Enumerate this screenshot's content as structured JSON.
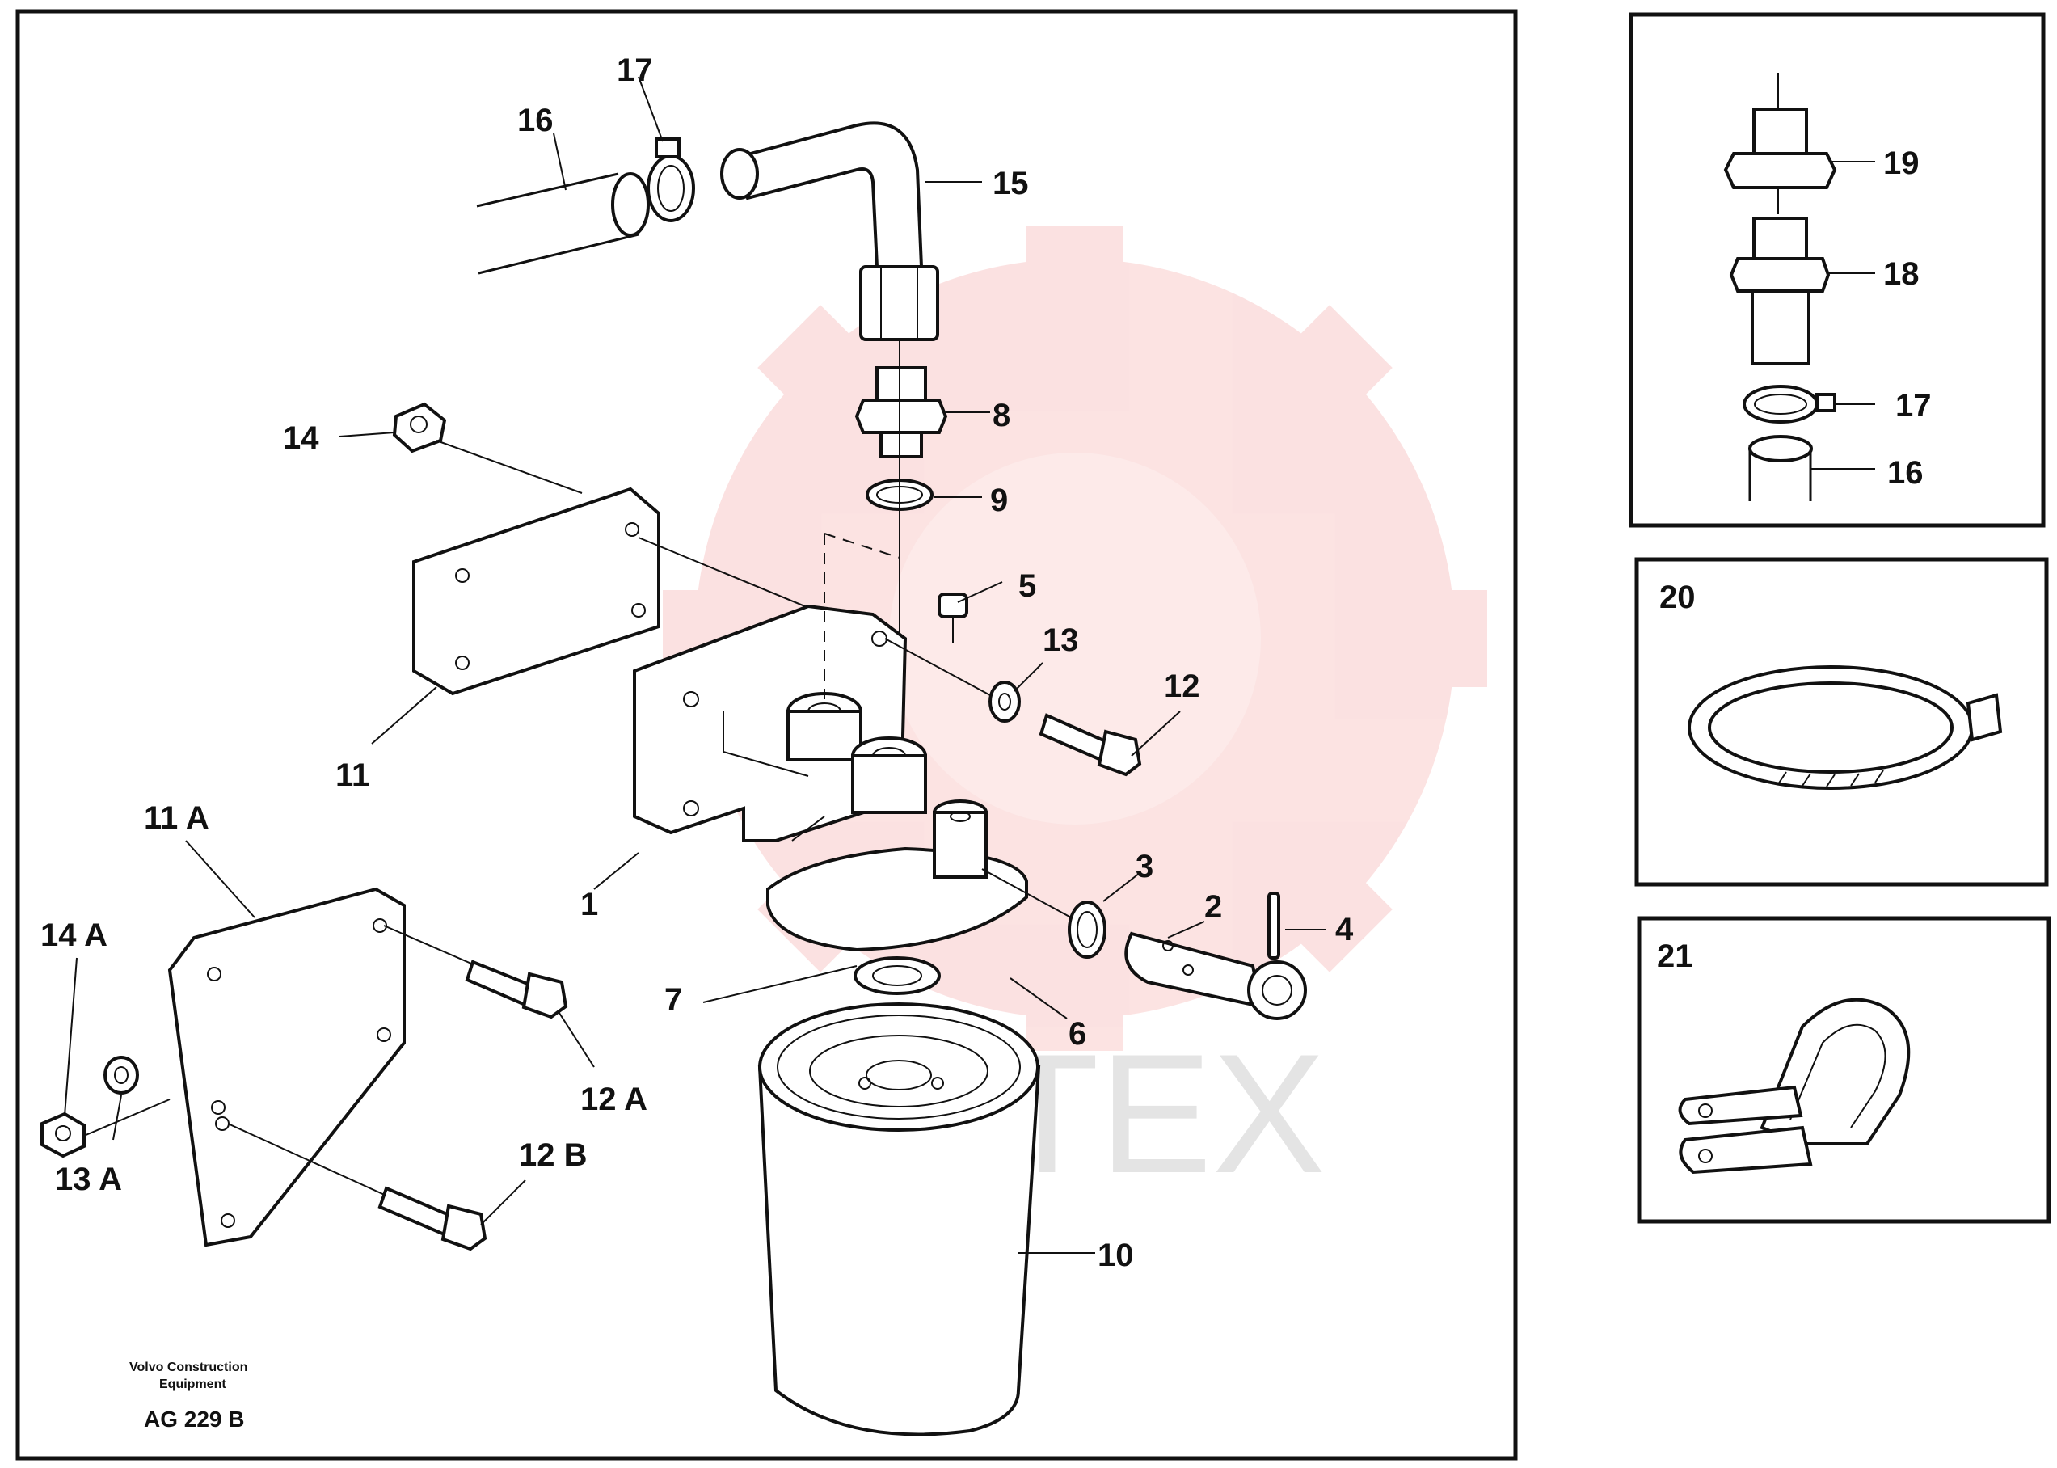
{
  "watermark": {
    "text": "ИРТЕХ",
    "color": "#e52420"
  },
  "callouts": {
    "c1": "1",
    "c2": "2",
    "c3": "3",
    "c4": "4",
    "c5": "5",
    "c6": "6",
    "c7": "7",
    "c8": "8",
    "c9": "9",
    "c10": "10",
    "c11": "11",
    "c11a": "11 A",
    "c12": "12",
    "c12a": "12 A",
    "c12b": "12 B",
    "c13": "13",
    "c13a": "13 A",
    "c14": "14",
    "c14a": "14 A",
    "c15": "15",
    "c16": "16",
    "c17": "17"
  },
  "inset_top": {
    "c19": "19",
    "c18": "18",
    "c17": "17",
    "c16": "16"
  },
  "inset_20": {
    "label": "20"
  },
  "inset_21": {
    "label": "21"
  },
  "footer": {
    "company_line1": "Volvo Construction",
    "company_line2": "Equipment",
    "drawing_code": "AG 229 B"
  }
}
